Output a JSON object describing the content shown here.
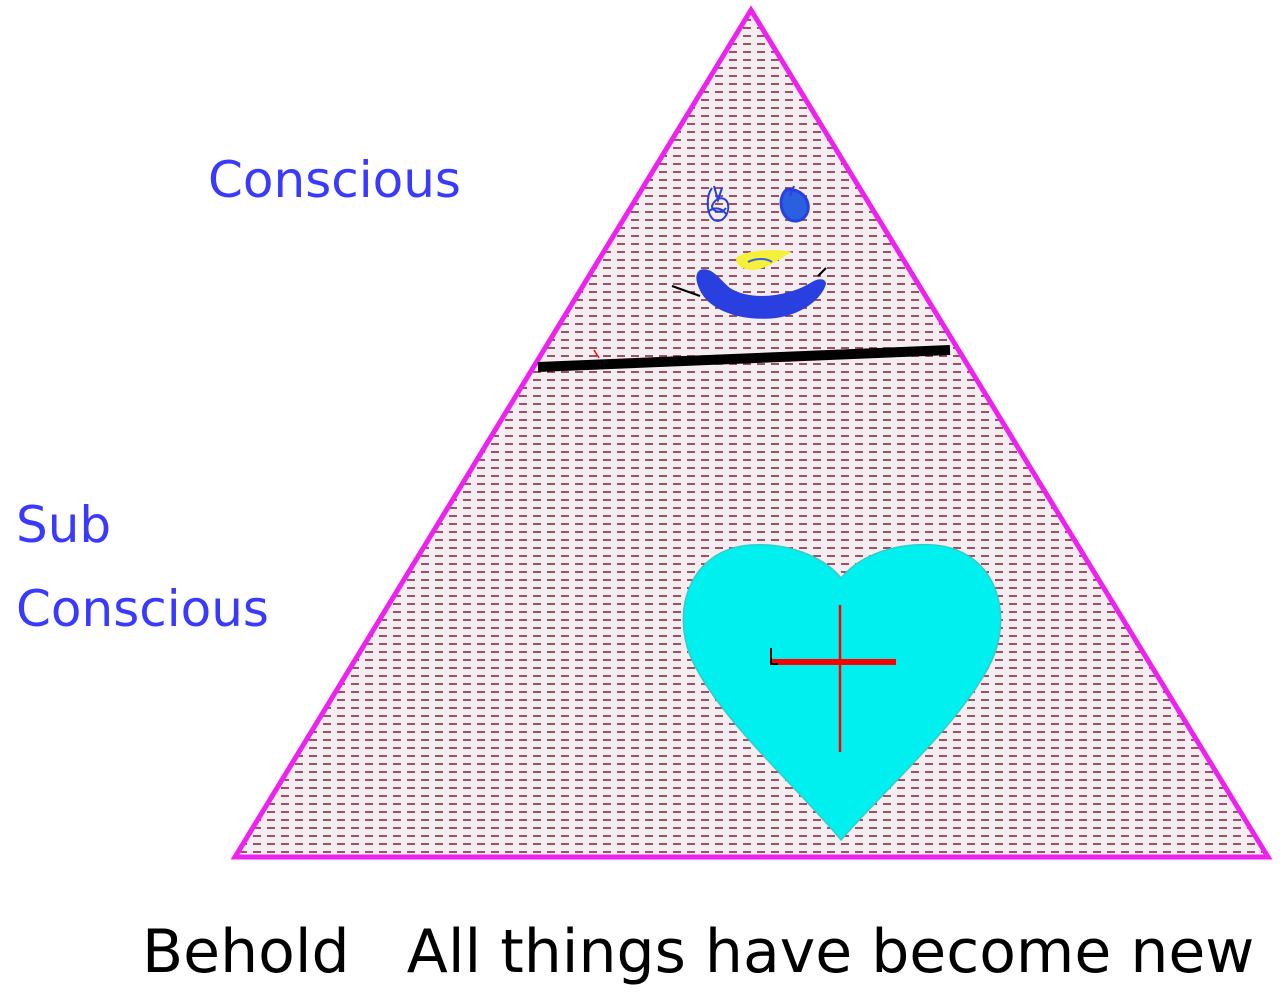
{
  "labels": {
    "conscious": "Conscious",
    "sub_line1": "Sub",
    "sub_line2": "Conscious"
  },
  "caption": "Behold   All things have become new",
  "colors": {
    "triangle_outline": "#ee22ee",
    "triangle_fill": "#f4eef2",
    "hatch": "#8a2a3a",
    "label_text": "#3a3aff",
    "divider": "#000000",
    "heart_fill": "#00f0f0",
    "cross": "#ff0000",
    "face_blue": "#2a3fe0",
    "nose_yellow": "#f5f03a"
  },
  "icons": [
    "smiley-face",
    "heart-icon",
    "cross-icon"
  ]
}
